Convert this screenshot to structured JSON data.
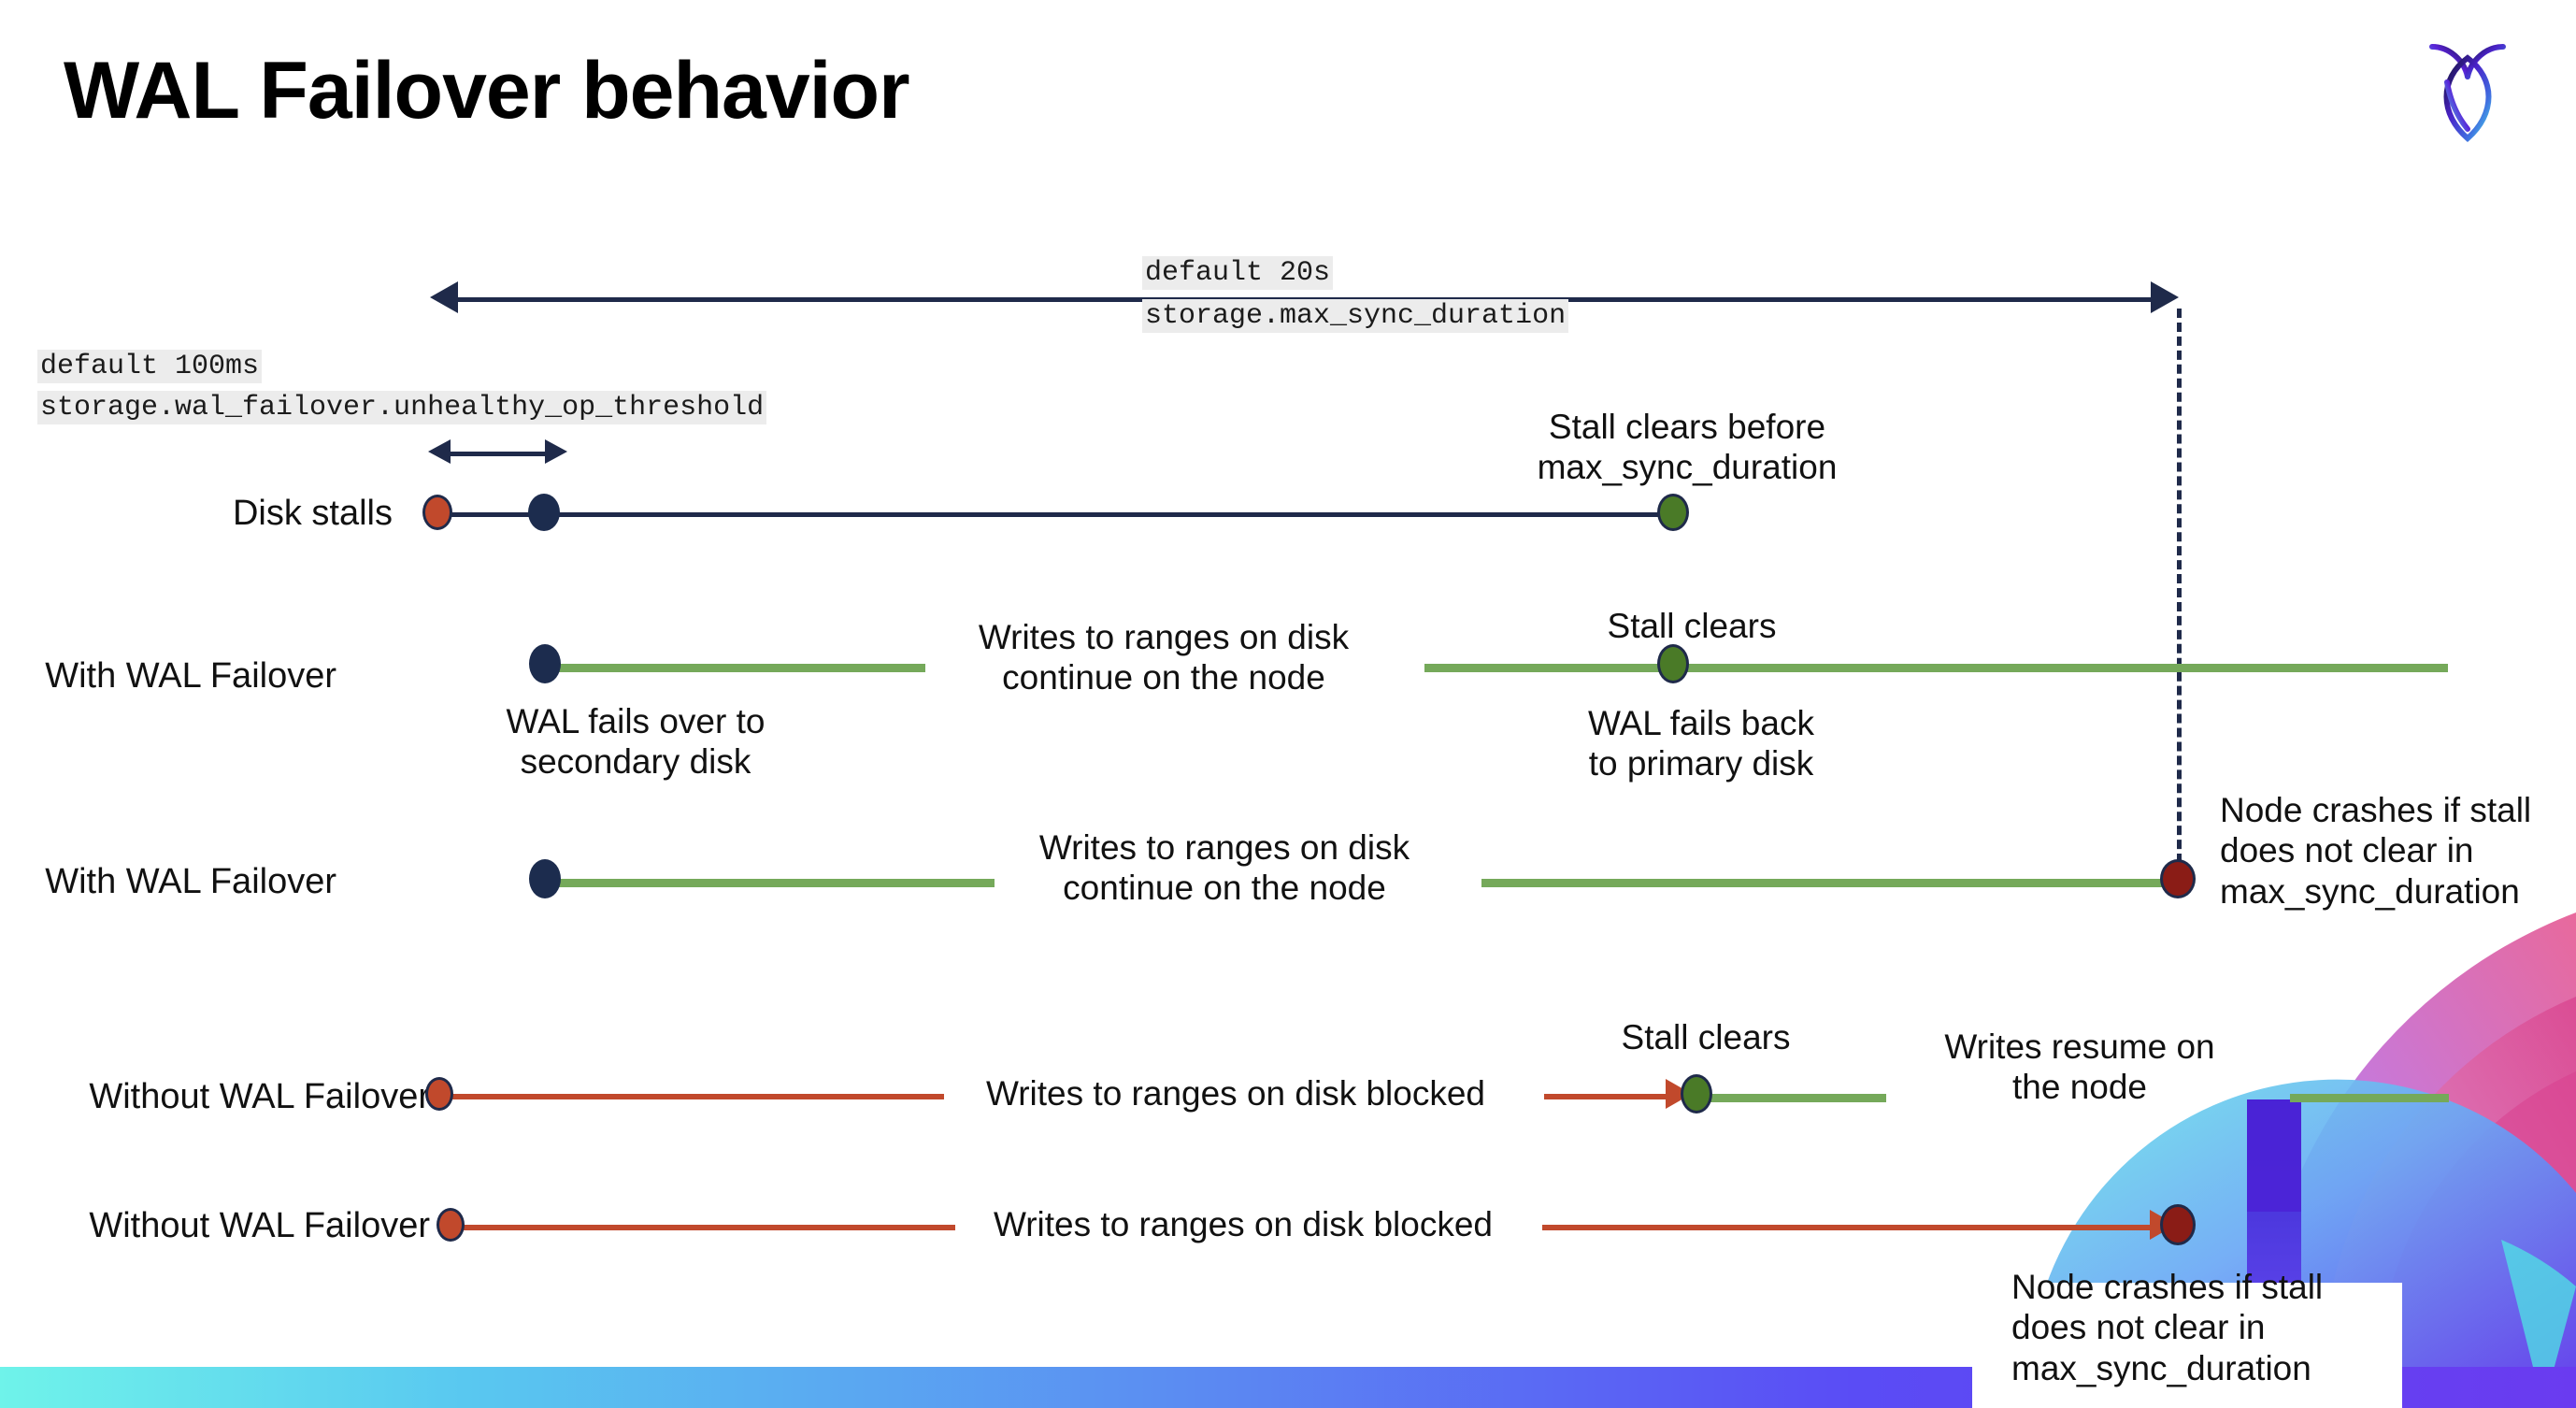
{
  "slide": {
    "title": "WAL Failover behavior",
    "logo_name": "cockroachdb-logo"
  },
  "config_labels": {
    "max_sync_duration": {
      "default": "default 20s",
      "setting": "storage.max_sync_duration"
    },
    "unhealthy_op_threshold": {
      "default": "default 100ms",
      "setting": "storage.wal_failover.unhealthy_op_threshold"
    }
  },
  "rows": [
    {
      "id": "disk-stalls",
      "label": "Disk stalls",
      "annotation_right": "Stall clears before\nmax_sync_duration"
    },
    {
      "id": "with-wal-failover-1",
      "label": "With WAL Failover",
      "note_start": "WAL fails over to\nsecondary disk",
      "note_middle": "Writes to ranges on disk\ncontinue on the node",
      "note_clear": "Stall clears",
      "note_after": "WAL fails  back\nto primary disk"
    },
    {
      "id": "with-wal-failover-2",
      "label": "With WAL Failover",
      "note_middle": "Writes to ranges on disk\ncontinue on the node",
      "note_crash": "Node crashes if stall\ndoes not clear in\nmax_sync_duration"
    },
    {
      "id": "without-wal-failover-1",
      "label": "Without WAL Failover",
      "note_middle": "Writes to ranges on disk  blocked",
      "note_clear": "Stall clears",
      "note_resume": "Writes resume on\nthe node"
    },
    {
      "id": "without-wal-failover-2",
      "label": "Without WAL Failover",
      "note_middle": "Writes to ranges on disk  blocked",
      "note_crash": "Node crashes if stall\ndoes not clear in\nmax_sync_duration"
    }
  ],
  "legend_colors": {
    "navy": "#1f2a4a",
    "green_line": "#75a95a",
    "green_dot": "#4a7a27",
    "red_line": "#c1492c",
    "red_dot": "#c1492c",
    "dark_red_dot": "#8a1c16",
    "chip_bg": "#ececec"
  }
}
